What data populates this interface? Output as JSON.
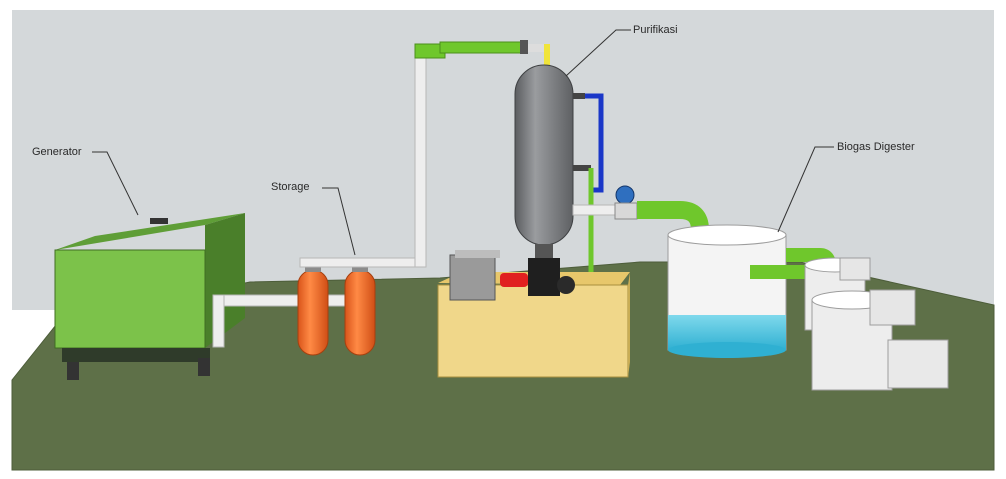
{
  "labels": {
    "generator": "Generator",
    "storage": "Storage",
    "purification": "Purifikasi",
    "digester": "Biogas Digester"
  },
  "colors": {
    "wall": "#d4d8da",
    "ground": "#5e7048",
    "generator": "#7cc24a",
    "storage_tank": "#f26a24",
    "purifier": "#7d7f82",
    "pipe_green": "#6fc72c",
    "pipe_white": "#eeeeee",
    "pipe_blue": "#1a37c8",
    "table": "#f0d78a",
    "digester": "#f4f4f4",
    "water": "#4fc6e0"
  }
}
